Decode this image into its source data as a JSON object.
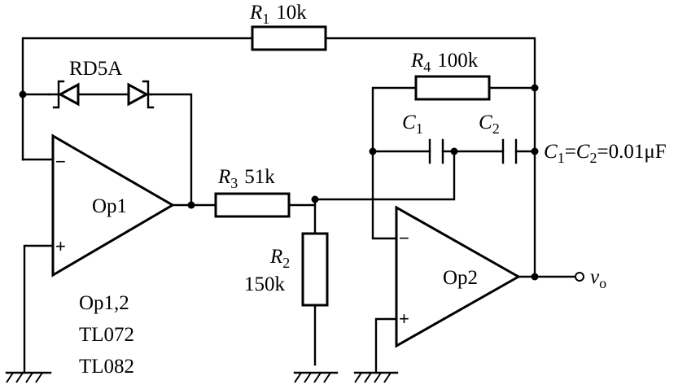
{
  "resistors": {
    "r1": {
      "sym": "R",
      "idx": "1",
      "value": "10k"
    },
    "r2": {
      "sym": "R",
      "idx": "2",
      "value": "150k"
    },
    "r3": {
      "sym": "R",
      "idx": "3",
      "value": "51k"
    },
    "r4": {
      "sym": "R",
      "idx": "4",
      "value": "100k"
    }
  },
  "diode": {
    "label": "RD5A"
  },
  "capacitors": {
    "c1": {
      "sym": "C",
      "idx": "1"
    },
    "c2": {
      "sym": "C",
      "idx": "2"
    },
    "equation": {
      "a": "C",
      "a_idx": "1",
      "eq1": "=",
      "b": "C",
      "b_idx": "2",
      "eq2": "=0.01μF"
    }
  },
  "opamps": {
    "op1": {
      "label": "Op1",
      "minus": "−",
      "plus": "+"
    },
    "op2": {
      "label": "Op2",
      "minus": "−",
      "plus": "+"
    }
  },
  "notes": [
    "Op1,2",
    "TL072",
    "TL082"
  ],
  "output": {
    "sym": "v",
    "idx": "o"
  }
}
